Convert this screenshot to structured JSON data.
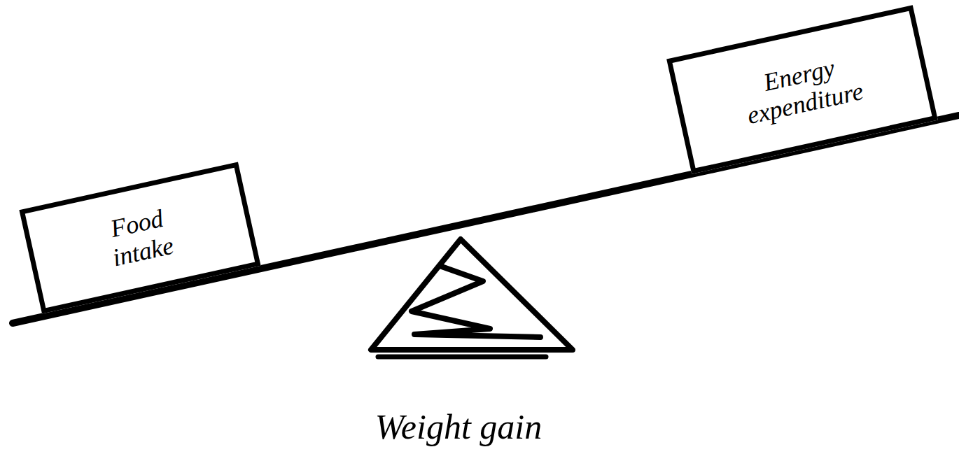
{
  "diagram": {
    "nodes": [
      {
        "text": [
          "Food intake"
        ]
      },
      {
        "text": [
          "Energy expenditure"
        ]
      }
    ],
    "labels": [
      "Weight gain"
    ]
  }
}
